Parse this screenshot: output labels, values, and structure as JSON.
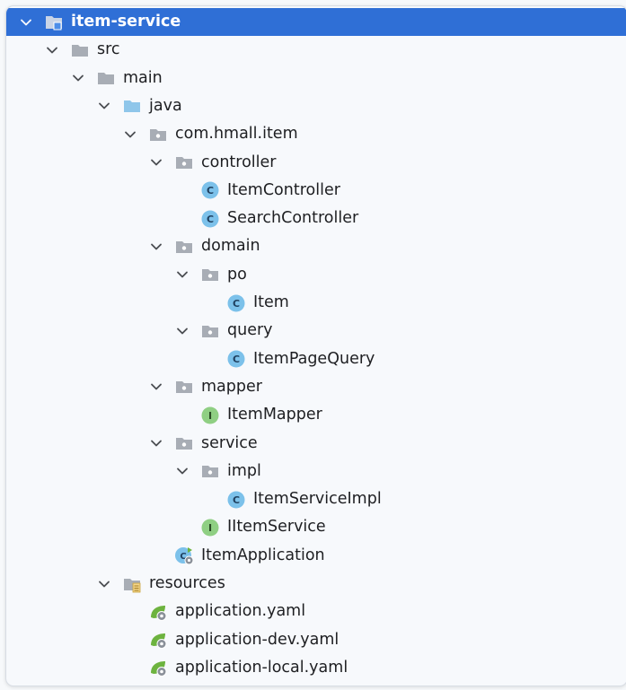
{
  "tree": {
    "rows": [
      {
        "label": "item-service",
        "kind": "module",
        "expanded": true,
        "level": 0,
        "selected": true
      },
      {
        "label": "src",
        "kind": "folder",
        "expanded": true,
        "level": 1
      },
      {
        "label": "main",
        "kind": "folder",
        "expanded": true,
        "level": 2
      },
      {
        "label": "java",
        "kind": "source-folder",
        "expanded": true,
        "level": 3
      },
      {
        "label": "com.hmall.item",
        "kind": "package",
        "expanded": true,
        "level": 4
      },
      {
        "label": "controller",
        "kind": "package",
        "expanded": true,
        "level": 5
      },
      {
        "label": "ItemController",
        "kind": "class",
        "level": 6
      },
      {
        "label": "SearchController",
        "kind": "class",
        "level": 6
      },
      {
        "label": "domain",
        "kind": "package",
        "expanded": true,
        "level": 5
      },
      {
        "label": "po",
        "kind": "package",
        "expanded": true,
        "level": 6
      },
      {
        "label": "Item",
        "kind": "class",
        "level": 7
      },
      {
        "label": "query",
        "kind": "package",
        "expanded": true,
        "level": 6
      },
      {
        "label": "ItemPageQuery",
        "kind": "class",
        "level": 7
      },
      {
        "label": "mapper",
        "kind": "package",
        "expanded": true,
        "level": 5
      },
      {
        "label": "ItemMapper",
        "kind": "interface",
        "level": 6
      },
      {
        "label": "service",
        "kind": "package",
        "expanded": true,
        "level": 5
      },
      {
        "label": "impl",
        "kind": "package",
        "expanded": true,
        "level": 6
      },
      {
        "label": "ItemServiceImpl",
        "kind": "class",
        "level": 7
      },
      {
        "label": "IItemService",
        "kind": "interface",
        "level": 6
      },
      {
        "label": "ItemApplication",
        "kind": "spring-boot-class",
        "level": 5
      },
      {
        "label": "resources",
        "kind": "resources-folder",
        "expanded": true,
        "level": 3
      },
      {
        "label": "application.yaml",
        "kind": "spring-config",
        "level": 4
      },
      {
        "label": "application-dev.yaml",
        "kind": "spring-config",
        "level": 4
      },
      {
        "label": "application-local.yaml",
        "kind": "spring-config",
        "level": 4
      }
    ]
  },
  "colors": {
    "selection": "#2f6fd6",
    "folder": "#a8adb5",
    "source_folder": "#8fc6ea",
    "class_icon": "#7cc1ea",
    "interface_icon": "#8fcf83",
    "spring": "#6db33f"
  }
}
